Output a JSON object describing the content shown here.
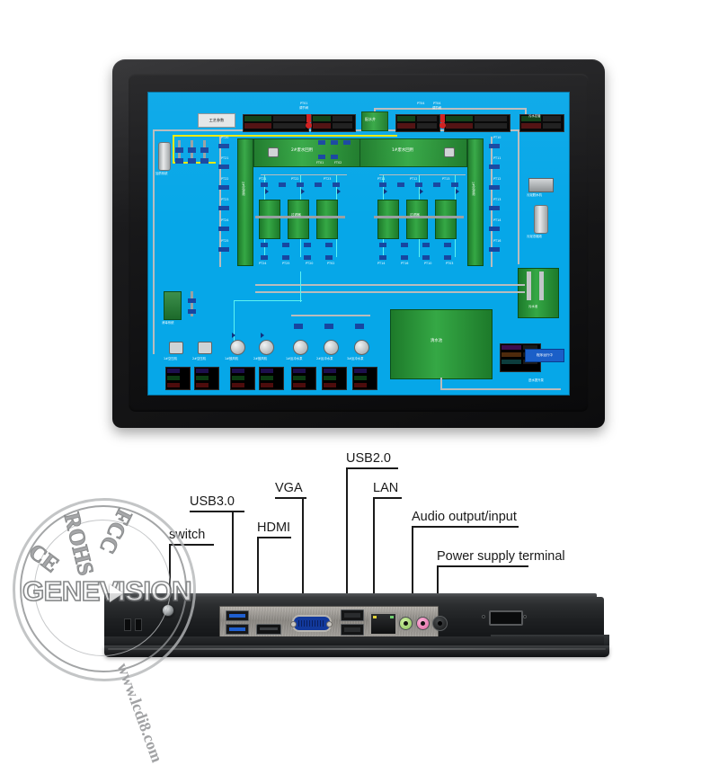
{
  "product": {
    "type": "industrial-panel-pc",
    "monitor_label": "industrial touch panel monitor",
    "side_view_label": "bottom I/O side view"
  },
  "callouts": [
    {
      "id": "switch",
      "label": "switch",
      "name": "callout-switch"
    },
    {
      "id": "usb30",
      "label": "USB3.0",
      "name": "callout-usb30"
    },
    {
      "id": "hdmi",
      "label": "HDMI",
      "name": "callout-hdmi"
    },
    {
      "id": "vga",
      "label": "VGA",
      "name": "callout-vga"
    },
    {
      "id": "usb20",
      "label": "USB2.0",
      "name": "callout-usb20"
    },
    {
      "id": "lan",
      "label": "LAN",
      "name": "callout-lan"
    },
    {
      "id": "audio",
      "label": "Audio output/input",
      "name": "callout-audio"
    },
    {
      "id": "power",
      "label": "Power supply terminal",
      "name": "callout-power"
    }
  ],
  "ports": [
    {
      "id": "usb30-top",
      "label": "USB 3.0 port",
      "color": "#1f5fd0"
    },
    {
      "id": "usb30-bot",
      "label": "USB 3.0 port",
      "color": "#1f5fd0"
    },
    {
      "id": "hdmi",
      "label": "HDMI port",
      "color": "#2a2c2e"
    },
    {
      "id": "vga",
      "label": "VGA port",
      "color": "#12399c"
    },
    {
      "id": "usb20-top",
      "label": "USB 2.0 port",
      "color": "#2a2c2e"
    },
    {
      "id": "usb20-bot",
      "label": "USB 2.0 port",
      "color": "#2a2c2e"
    },
    {
      "id": "lan",
      "label": "RJ45 LAN port",
      "color": "#1a1c1e"
    },
    {
      "id": "audio-out",
      "label": "audio output jack",
      "color": "#9ed36a"
    },
    {
      "id": "audio-in",
      "label": "microphone input jack",
      "color": "#f06eb0"
    },
    {
      "id": "dc-power",
      "label": "DC power jack",
      "color": "#121314"
    }
  ],
  "watermark": {
    "certifications": [
      "CE",
      "ROHS",
      "FCC"
    ],
    "brand": "GENEVISION",
    "url": "www.lcdi8.com"
  },
  "screen": {
    "application": "SCADA water treatment HMI",
    "background_color": "#06a7e8",
    "tank_color": "#35a845",
    "buttons": [
      {
        "id": "process-flow",
        "label": "工艺参数"
      },
      {
        "id": "status",
        "label": "程序运行中"
      },
      {
        "id": "dosing",
        "label": "配水井"
      }
    ],
    "equipment_labels": [
      "加药系统",
      "2#废水回用",
      "1#废水回用",
      "2#沉淀池",
      "1#沉淀池",
      "污水池",
      "清水池",
      "污泥脱水机",
      "污泥浓缩池",
      "进水提升泵",
      "1#空压机",
      "2#空压机",
      "1#鼓风机",
      "2#鼓风机",
      "1#反冲水泵",
      "2#反冲水泵",
      "3#反冲水泵",
      "调节阀",
      "污水总管"
    ],
    "tag_ids": [
      "PT01",
      "PT02",
      "PT03",
      "PT04",
      "PT05",
      "PT10",
      "PT11",
      "PT12",
      "PT13",
      "PT14",
      "PT16",
      "PT20",
      "PT21",
      "PT22",
      "PT23",
      "PT24",
      "PT25",
      "FT01",
      "FT02",
      "FT03",
      "FT04"
    ],
    "meter_readings": [
      "0.00",
      "0.08",
      "0.45",
      "1.60",
      "2.85",
      "3.06",
      "0.26",
      "1.68"
    ],
    "units": [
      "mg/L",
      "Hz",
      "m"
    ]
  }
}
